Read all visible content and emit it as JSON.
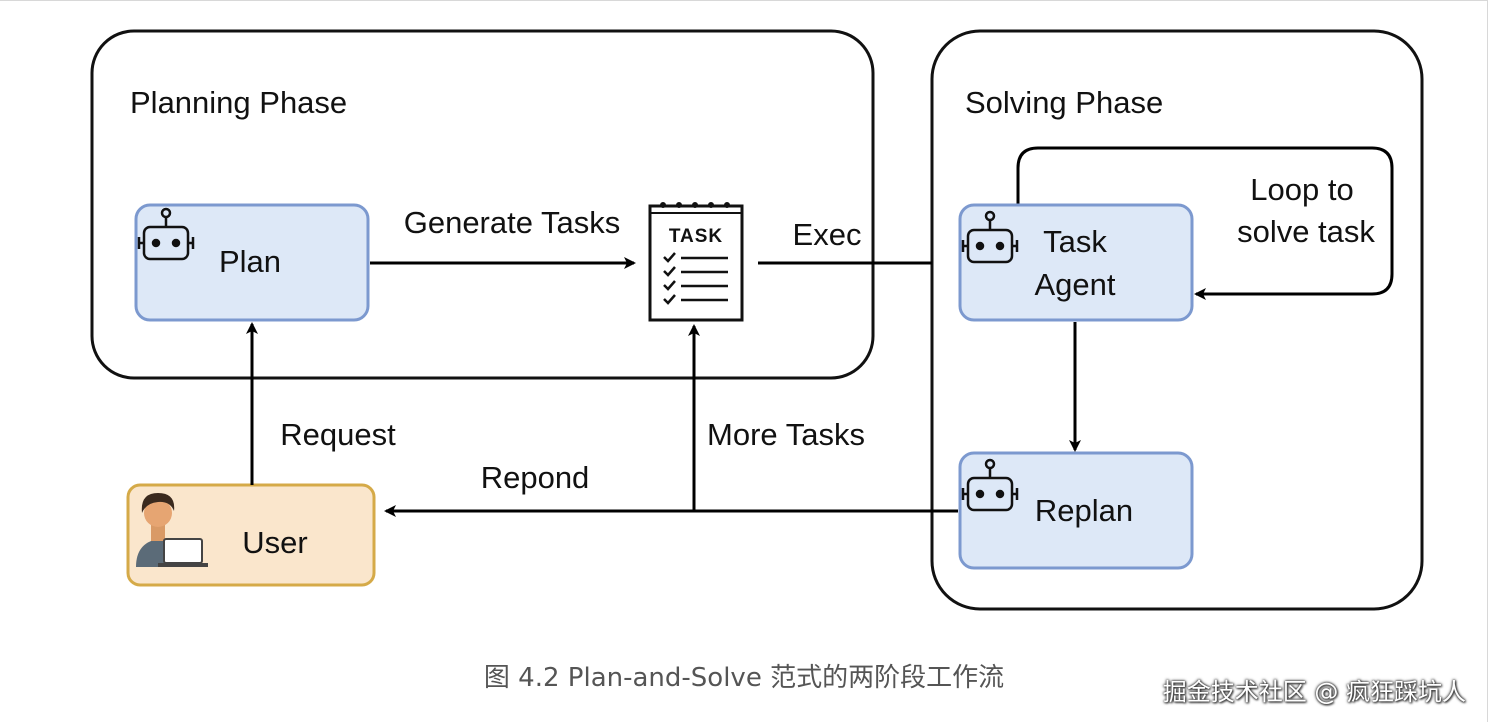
{
  "diagram": {
    "planning_phase_label": "Planning Phase",
    "solving_phase_label": "Solving Phase",
    "nodes": {
      "plan": "Plan",
      "task_agent_line1": "Task",
      "task_agent_line2": "Agent",
      "replan": "Replan",
      "user": "User",
      "task_icon_text": "TASK"
    },
    "edges": {
      "generate_tasks": "Generate Tasks",
      "exec": "Exec",
      "loop_line1": "Loop to",
      "loop_line2": "solve task",
      "request": "Request",
      "repond": "Repond",
      "more_tasks": "More Tasks"
    },
    "colors": {
      "agent_fill": "#dde8f7",
      "agent_stroke": "#7c99cf",
      "user_fill": "#fae6cc",
      "user_stroke": "#d5aa48"
    }
  },
  "caption": "图 4.2 Plan-and-Solve 范式的两阶段工作流",
  "watermark": "掘金技术社区 @ 疯狂踩坑人"
}
